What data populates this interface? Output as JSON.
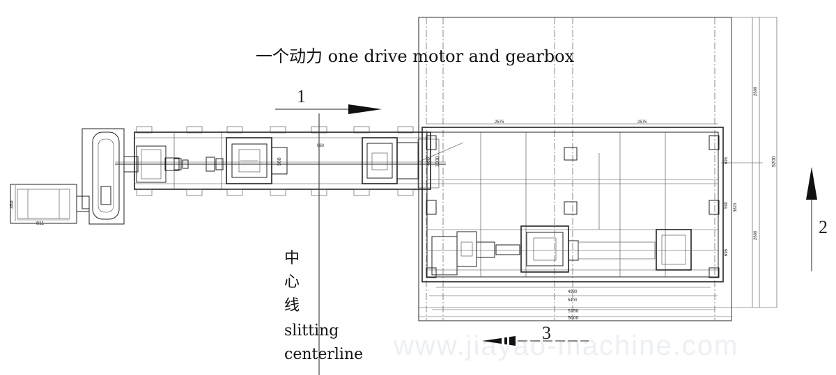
{
  "annotations": {
    "title": "一个动力 one drive motor and gearbox",
    "centerline_cn": [
      "中",
      "心",
      "线"
    ],
    "centerline_en_1": "slitting",
    "centerline_en_2": "centerline",
    "arrow_1_label": "1",
    "arrow_2_label": "2",
    "arrow_3_label": "3",
    "watermark": "www.jiayao-machine.com"
  },
  "dimensions": {
    "top_left": "2575",
    "top_right": "2575",
    "right_upper": "2600",
    "right_lower": "2600",
    "right_total": "5200",
    "inner_right_1": "695",
    "inner_right_2": "590",
    "inner_right_3": "3820",
    "inner_right_4": "695",
    "bottom_1": "4980",
    "bottom_2": "5400",
    "bottom_3": "5150",
    "bottom_4": "5600",
    "motor_width": "811",
    "motor_height": "350",
    "shaft_left_1": "560",
    "shaft_left_2": "460",
    "shaft_left_3": "1000",
    "center_mark": "960"
  },
  "colors": {
    "line": "#222222",
    "watermark": "#eceff3"
  }
}
